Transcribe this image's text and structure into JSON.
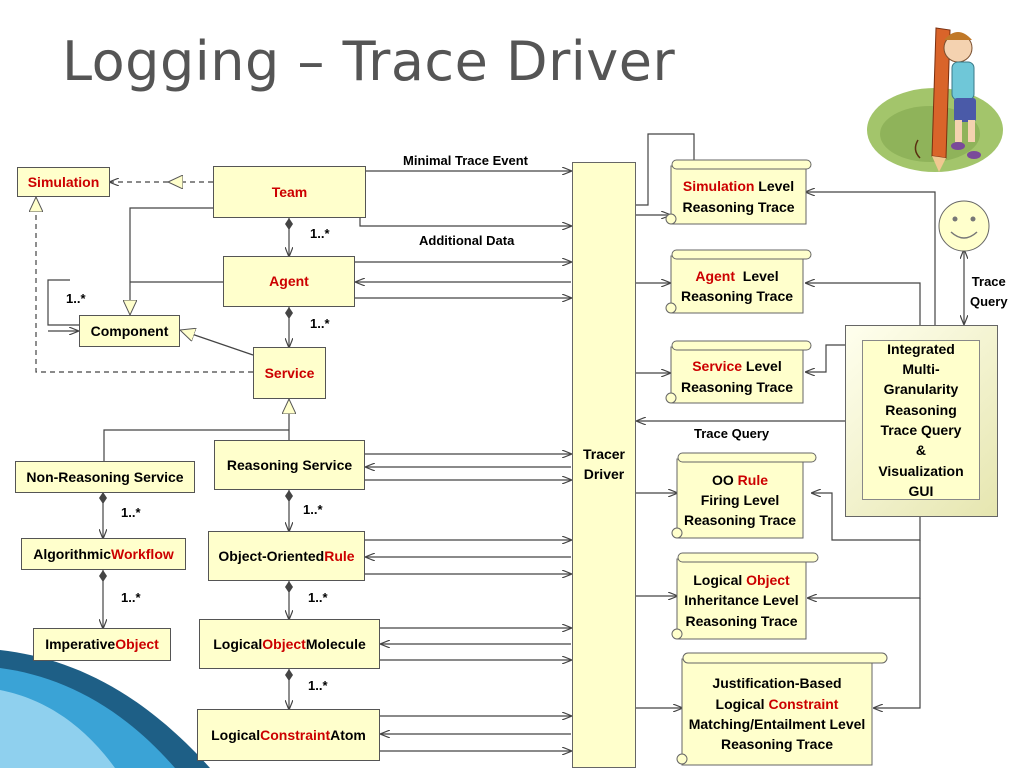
{
  "title": "Logging – Trace Driver",
  "boxes": {
    "simulation": "Simulation",
    "team": "Team",
    "agent": "Agent",
    "component": "Component",
    "service": "Service",
    "non_reasoning_service": "Non-Reasoning Service",
    "reasoning_service": "Reasoning Service",
    "algorithmic_workflow": {
      "a": "Algorithmic ",
      "b": "Workflow"
    },
    "imperative_object": {
      "a": "Imperative ",
      "b": "Object"
    },
    "oo_rule": {
      "a": "Object-Oriented ",
      "b": "Rule"
    },
    "object_molecule": {
      "a": "Logical ",
      "b": "Object",
      "c": " Molecule"
    },
    "constraint_atom": {
      "a": "Logical ",
      "b": "Constraint",
      "c": " Atom"
    }
  },
  "multiplicity": "1..*",
  "labels": {
    "minimal_trace_event": "Minimal Trace Event",
    "additional_data": "Additional Data",
    "trace_query": "Trace Query",
    "trace_query_user_1": "Trace",
    "trace_query_user_2": "Query"
  },
  "tracer": {
    "line1": "Tracer",
    "line2": "Driver"
  },
  "traces": {
    "simulation": {
      "a": "Simulation",
      "b": " Level",
      "c": "Reasoning Trace"
    },
    "agent": {
      "a": "Agent",
      "b": "  Level",
      "c": "Reasoning Trace"
    },
    "service": {
      "a": "Service",
      "b": " Level",
      "c": "Reasoning Trace"
    },
    "rule": {
      "a": "OO ",
      "b": "Rule",
      "c": "Firing Level",
      "d": "Reasoning Trace"
    },
    "object": {
      "a": "Logical ",
      "b": "Object",
      "c": "Inheritance Level",
      "d": "Reasoning Trace"
    },
    "constraint": {
      "a": "Justification-Based",
      "b": "Logical ",
      "c": "Constraint",
      "d": "Matching/Entailment Level",
      "e": "Reasoning Trace"
    }
  },
  "gui": [
    "Integrated",
    "Multi-",
    "Granularity",
    "Reasoning",
    "Trace Query",
    "&",
    "Visualization",
    "GUI"
  ],
  "colors": {
    "accent_red": "#cc0000",
    "box_fill": "#ffffcc",
    "title": "#555555"
  }
}
